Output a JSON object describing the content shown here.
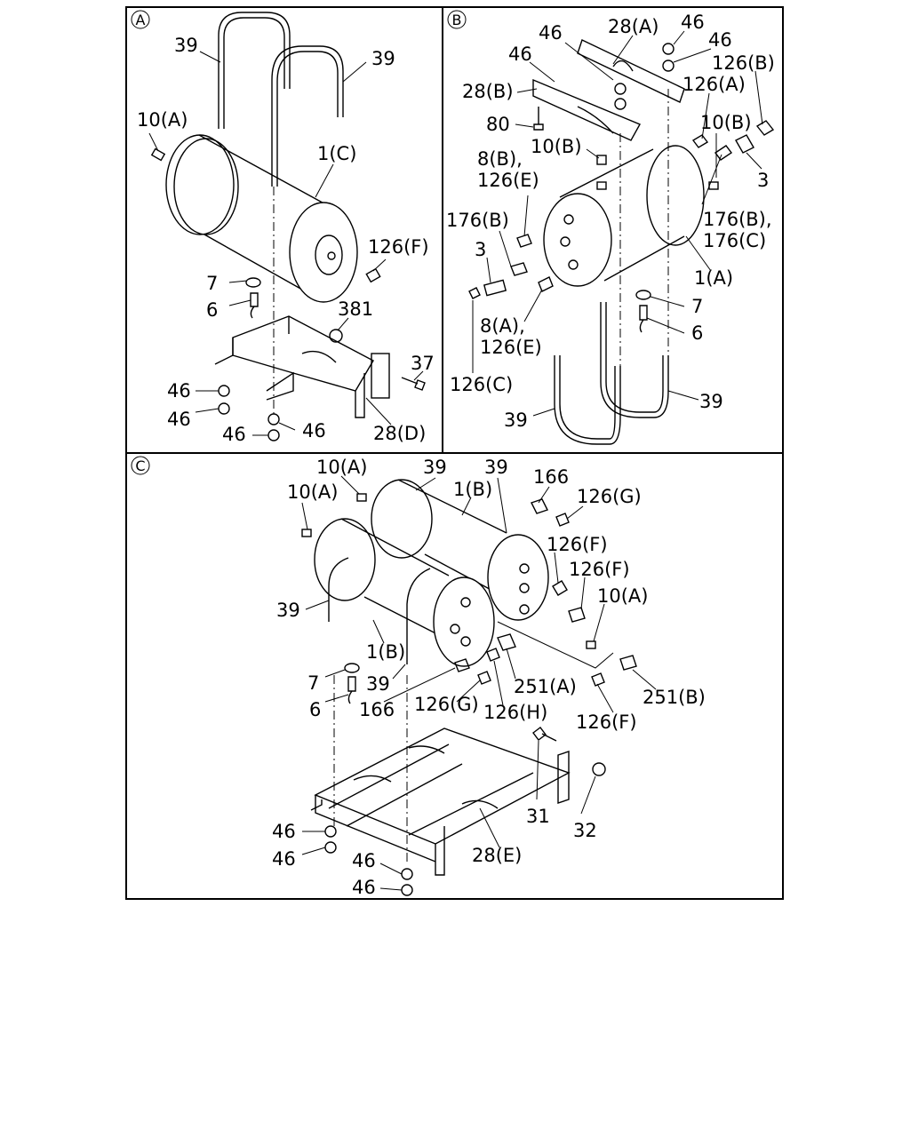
{
  "panels": [
    {
      "id": "A",
      "labels": [
        "39",
        "39",
        "10(A)",
        "1(C)",
        "126(F)",
        "7",
        "6",
        "381",
        "37",
        "46",
        "46",
        "46",
        "46",
        "28(D)"
      ]
    },
    {
      "id": "B",
      "labels": [
        "46",
        "28(A)",
        "46",
        "46",
        "46",
        "126(B)",
        "28(B)",
        "126(A)",
        "80",
        "10(B)",
        "10(B)",
        "8(B),",
        "126(E)",
        "3",
        "176(B)",
        "176(B),",
        "176(C)",
        "3",
        "1(A)",
        "8(A),",
        "126(E)",
        "7",
        "6",
        "126(C)",
        "39",
        "39"
      ]
    },
    {
      "id": "C",
      "labels": [
        "10(A)",
        "39",
        "39",
        "10(A)",
        "1(B)",
        "166",
        "126(G)",
        "126(F)",
        "126(F)",
        "10(A)",
        "39",
        "1(B)",
        "7",
        "39",
        "251(A)",
        "251(B)",
        "6",
        "166",
        "126(G)",
        "126(H)",
        "126(F)",
        "31",
        "32",
        "28(E)",
        "46",
        "46",
        "46",
        "46"
      ]
    }
  ]
}
